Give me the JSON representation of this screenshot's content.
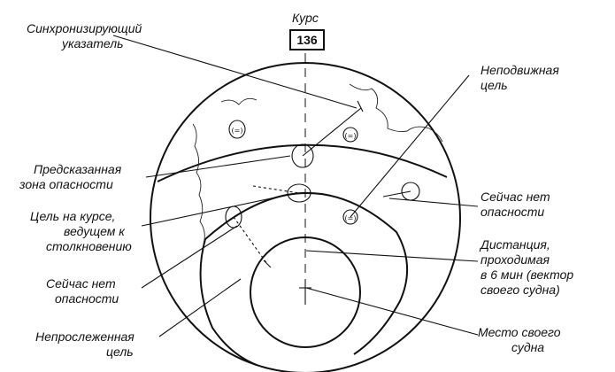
{
  "heading": {
    "title": "Курс",
    "value": "136"
  },
  "labels": {
    "sync_pointer": [
      "Синхронизирующий",
      "указатель"
    ],
    "fixed_target": [
      "Неподвижная",
      "цель"
    ],
    "predicted_zone": [
      "Предсказанная",
      "зона опасности"
    ],
    "no_danger_right": [
      "Сейчас нет",
      "опасности"
    ],
    "collision_target": [
      "Цель на курсе,",
      "ведущем к",
      "столкновению"
    ],
    "distance_vector": [
      "Дистанция,",
      "проходимая",
      "в 6 мин (вектор",
      "своего судна)"
    ],
    "no_danger_left": [
      "Сейчас нет",
      "опасности"
    ],
    "own_ship": [
      "Место своего",
      "судна"
    ],
    "untracked_target": [
      "Непрослеженная",
      "цель"
    ]
  }
}
